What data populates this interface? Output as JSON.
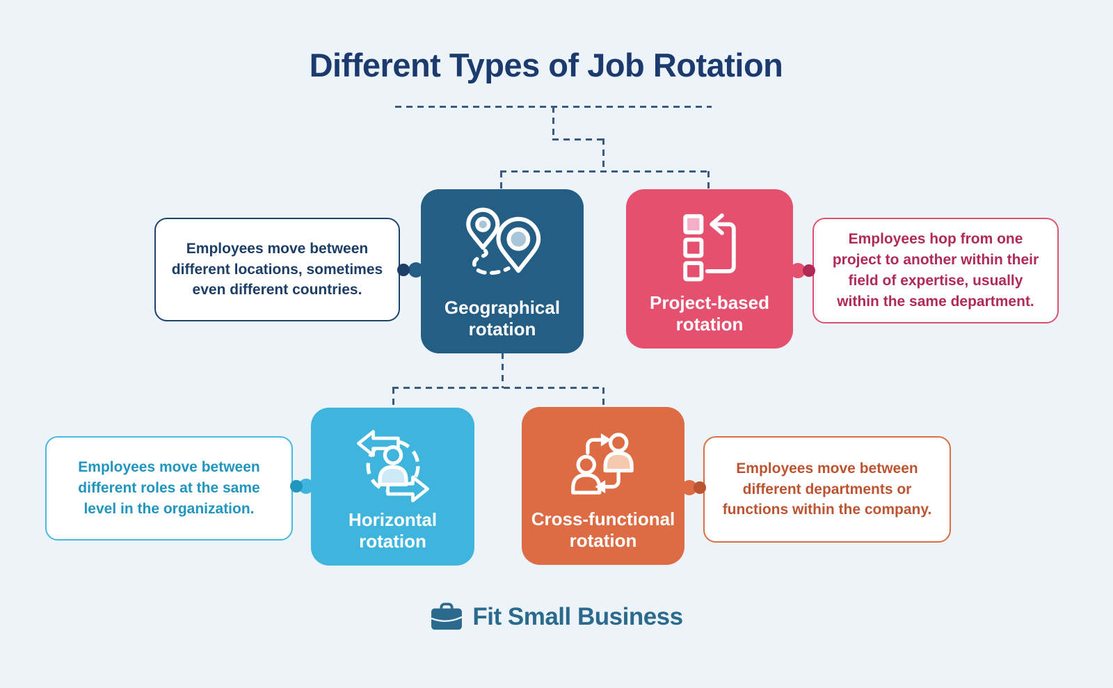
{
  "title": "Different Types of Job Rotation",
  "palette": {
    "background": "#edf4f9",
    "title_text": "#1c3a6d",
    "connector_dash": "#3a5a82",
    "logo": "#2b6a8d"
  },
  "nodes": [
    {
      "id": "geographical-rotation",
      "label": "Geographical\nrotation",
      "icon": "map-pins-icon",
      "box_color": "#245e85",
      "icon_accent": "#a9c6d8",
      "description": "Employees move between\ndifferent locations, sometimes\neven different countries.",
      "text_color": "#1c3e67",
      "border_color": "#1e4268",
      "callout_position": "left"
    },
    {
      "id": "project-based-rotation",
      "label": "Project-based\nrotation",
      "icon": "task-loop-icon",
      "box_color": "#e5506f",
      "icon_accent": "#f2afc5",
      "description": "Employees hop from one\nproject to another within their\nfield of expertise, usually\nwithin the same department.",
      "text_color": "#b02a56",
      "border_color": "#e0506f",
      "callout_position": "right"
    },
    {
      "id": "horizontal-rotation",
      "label": "Horizontal\nrotation",
      "icon": "cycle-person-icon",
      "box_color": "#3fb5de",
      "icon_accent": "#cfeaf6",
      "description": "Employees move between\ndifferent roles at the same\nlevel in the organization.",
      "text_color": "#2095bd",
      "border_color": "#49b8de",
      "callout_position": "left"
    },
    {
      "id": "cross-functional-rotation",
      "label": "Cross-functional\nrotation",
      "icon": "swap-people-icon",
      "box_color": "#dd6b44",
      "icon_accent": "#f4c9ae",
      "description": "Employees move between\ndifferent departments or\nfunctions within the company.",
      "text_color": "#bc5431",
      "border_color": "#d8713f",
      "callout_position": "right"
    }
  ],
  "footer": {
    "logo_text": "Fit Small Business"
  }
}
